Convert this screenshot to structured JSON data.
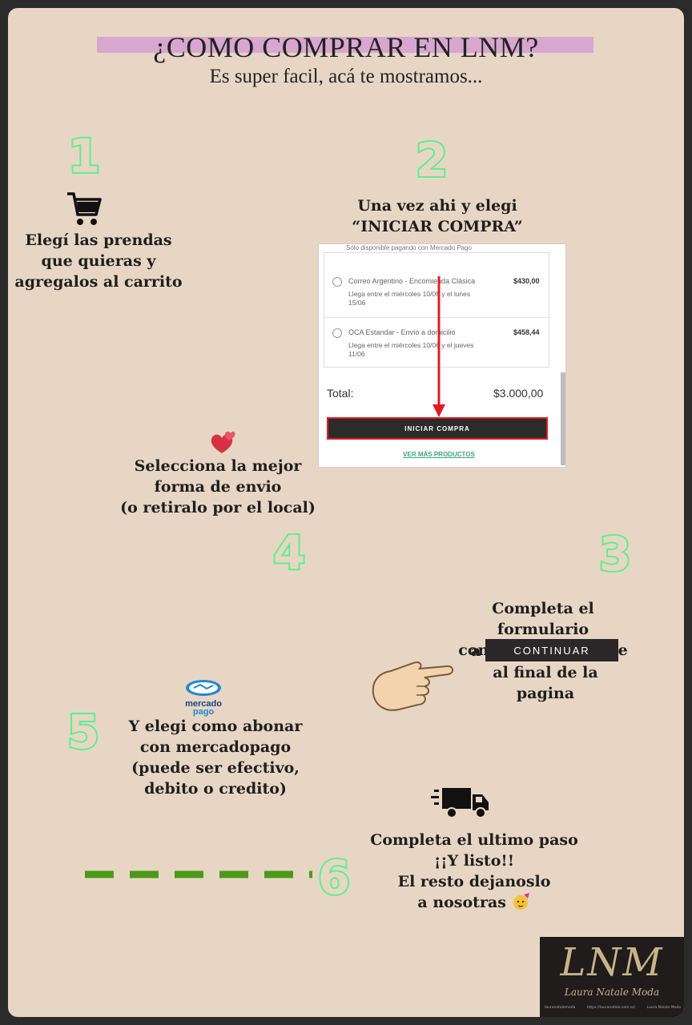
{
  "header": {
    "title": "¿COMO COMPRAR EN LNM?",
    "subtitle": "Es super facil, acá te mostramos..."
  },
  "steps": [
    {
      "number": "1",
      "icon": "shopping-cart-icon",
      "lines": [
        "Elegí las prendas",
        "que quieras y",
        "agregalos al carrito"
      ]
    },
    {
      "number": "2",
      "lines": [
        "Una vez ahi y elegi",
        "“INICIAR COMPRA”"
      ]
    },
    {
      "number": "3",
      "lines_before": [
        "Completa el formulario",
        "con tus datos y dale"
      ],
      "prefix": "a",
      "button": "CONTINUAR",
      "lines_after": [
        "al final de la pagina"
      ]
    },
    {
      "number": "4",
      "icon": "hearts-icon",
      "lines": [
        "Selecciona la mejor",
        "forma de envio",
        "(o retiralo por el local)"
      ]
    },
    {
      "number": "5",
      "icon": "mercadopago-logo",
      "icon_text": [
        "mercado",
        "pago"
      ],
      "lines": [
        "Y elegi como abonar",
        "con mercadopago",
        "(puede ser efectivo,",
        "debito o credito)"
      ]
    },
    {
      "number": "6",
      "icon": "delivery-truck-icon",
      "lines": [
        "Completa el ultimo paso",
        "¡¡Y listo!!",
        "El resto dejanoslo",
        "a nosotras"
      ]
    }
  ],
  "checkout_screenshot": {
    "note": "Sólo disponible pagando con Mercado Pago",
    "options": [
      {
        "name": "Correo Argentino - Encomienda Clásica",
        "price": "$430,00",
        "detail": [
          "Llega entre el miércoles 10/06 y el lunes",
          "15/06"
        ]
      },
      {
        "name": "OCA Estandar - Envío a domicilio",
        "price": "$458,44",
        "detail": [
          "Llega entre el miércoles 10/06 y el jueves",
          "11/06"
        ]
      }
    ],
    "total_label": "Total:",
    "total_value": "$3.000,00",
    "button_label": "INICIAR COMPRA",
    "link_label": "VER MÁS PRODUCTOS"
  },
  "logo": {
    "main": "LNM",
    "sub": "Laura Natale Moda",
    "footer": [
      "lauranatalemoda",
      "https://lauranatale.com.ar/",
      "Laura Natale Moda"
    ]
  },
  "colors": {
    "background": "#e8d6c4",
    "number_green": "#5af08f",
    "path_orange": "#f0902a",
    "path_yellow": "#f3d21c",
    "path_lime": "#cde64a",
    "path_green": "#4a9a1a",
    "title_highlight": "#d7a7d0",
    "arrow_red": "#e11c24"
  }
}
